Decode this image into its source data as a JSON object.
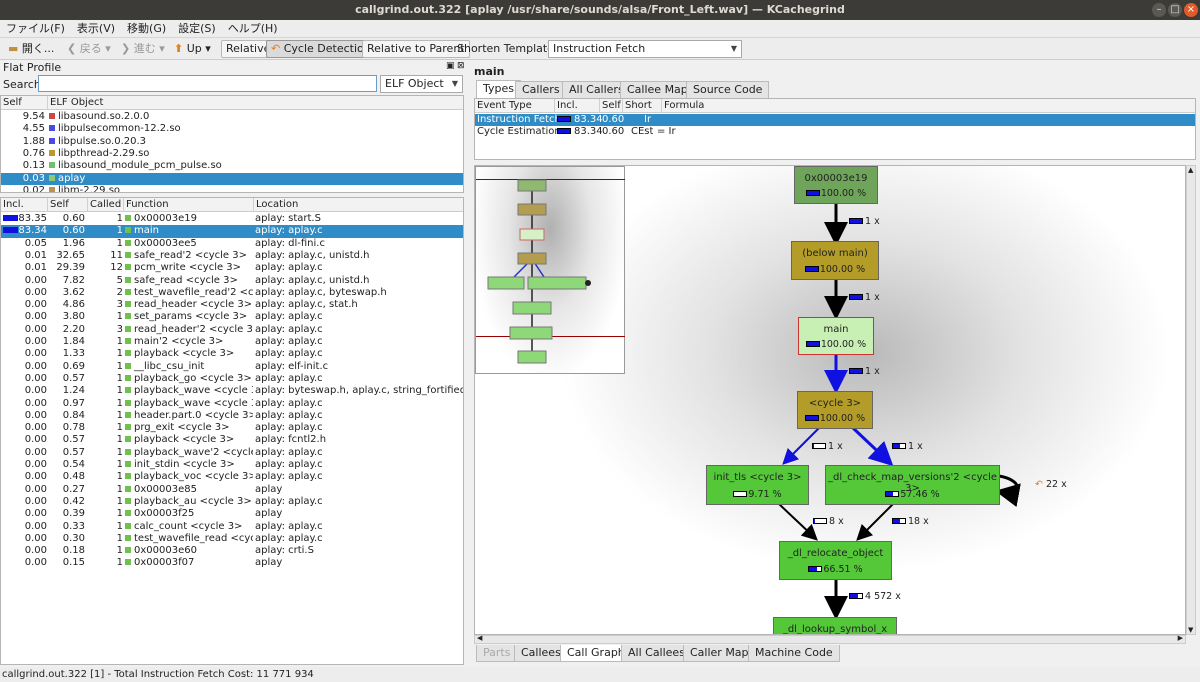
{
  "window": {
    "title": "callgrind.out.322 [aplay /usr/share/sounds/alsa/Front_Left.wav] — KCachegrind"
  },
  "menu": [
    "ファイル(F)",
    "表示(V)",
    "移動(G)",
    "設定(S)",
    "ヘルプ(H)"
  ],
  "toolbar": {
    "open": "開く...",
    "back": "戻る",
    "forward": "進む",
    "up": "Up",
    "relative": "Relative",
    "cycle_detection": "Cycle Detection",
    "relative_to_parent": "Relative to Parent",
    "shorten_templates": "Shorten Templates",
    "event_type": "Instruction Fetch"
  },
  "flat_profile": {
    "title": "Flat Profile",
    "search_label": "Search:",
    "search_value": "",
    "group_type": "ELF Object",
    "headers": [
      "Self",
      "ELF Object"
    ],
    "objects": [
      {
        "self": "9.54",
        "name": "libasound.so.2.0.0",
        "color": "#c84848"
      },
      {
        "self": "4.55",
        "name": "libpulsecommon-12.2.so",
        "color": "#4a4ae0"
      },
      {
        "self": "1.88",
        "name": "libpulse.so.0.20.3",
        "color": "#4a4ae0"
      },
      {
        "self": "0.76",
        "name": "libpthread-2.29.so",
        "color": "#b89a30"
      },
      {
        "self": "0.13",
        "name": "libasound_module_pcm_pulse.so",
        "color": "#70c070"
      },
      {
        "self": "0.03",
        "name": "aplay",
        "color": "#90c870"
      },
      {
        "self": "0.02",
        "name": "libm-2.29.so",
        "color": "#c09050"
      }
    ],
    "func_headers": [
      "Incl.",
      "Self",
      "Called",
      "Function",
      "Location"
    ],
    "functions": [
      {
        "incl": "83.35",
        "self": "0.60",
        "called": "1",
        "name": "0x00003e19",
        "loc": "aplay: start.S"
      },
      {
        "incl": "83.34",
        "self": "0.60",
        "called": "1",
        "name": "main",
        "loc": "aplay: aplay.c"
      },
      {
        "incl": "0.05",
        "self": "1.96",
        "called": "1",
        "name": "0x00003ee5",
        "loc": "aplay: dl-fini.c"
      },
      {
        "incl": "0.01",
        "self": "32.65",
        "called": "11",
        "name": "safe_read'2 <cycle 3>",
        "loc": "aplay: aplay.c, unistd.h"
      },
      {
        "incl": "0.01",
        "self": "29.39",
        "called": "12",
        "name": "pcm_write <cycle 3>",
        "loc": "aplay: aplay.c"
      },
      {
        "incl": "0.00",
        "self": "7.82",
        "called": "5",
        "name": "safe_read <cycle 3>",
        "loc": "aplay: aplay.c, unistd.h"
      },
      {
        "incl": "0.00",
        "self": "3.62",
        "called": "2",
        "name": "test_wavefile_read'2 <c...",
        "loc": "aplay: aplay.c, byteswap.h"
      },
      {
        "incl": "0.00",
        "self": "4.86",
        "called": "3",
        "name": "read_header <cycle 3>",
        "loc": "aplay: aplay.c, stat.h"
      },
      {
        "incl": "0.00",
        "self": "3.80",
        "called": "1",
        "name": "set_params <cycle 3>",
        "loc": "aplay: aplay.c"
      },
      {
        "incl": "0.00",
        "self": "2.20",
        "called": "3",
        "name": "read_header'2 <cycle 3>",
        "loc": "aplay: aplay.c"
      },
      {
        "incl": "0.00",
        "self": "1.84",
        "called": "1",
        "name": "main'2 <cycle 3>",
        "loc": "aplay: aplay.c"
      },
      {
        "incl": "0.00",
        "self": "1.33",
        "called": "1",
        "name": "playback <cycle 3>",
        "loc": "aplay: aplay.c"
      },
      {
        "incl": "0.00",
        "self": "0.69",
        "called": "1",
        "name": "__libc_csu_init",
        "loc": "aplay: elf-init.c"
      },
      {
        "incl": "0.00",
        "self": "0.57",
        "called": "1",
        "name": "playback_go <cycle 3>",
        "loc": "aplay: aplay.c"
      },
      {
        "incl": "0.00",
        "self": "1.24",
        "called": "1",
        "name": "playback_wave <cycle 3>",
        "loc": "aplay: byteswap.h, aplay.c, string_fortified.h"
      },
      {
        "incl": "0.00",
        "self": "0.97",
        "called": "1",
        "name": "playback_wave <cycle 3>",
        "loc": "aplay: aplay.c"
      },
      {
        "incl": "0.00",
        "self": "0.84",
        "called": "1",
        "name": "header.part.0 <cycle 3>",
        "loc": "aplay: aplay.c"
      },
      {
        "incl": "0.00",
        "self": "0.78",
        "called": "1",
        "name": "prg_exit <cycle 3>",
        "loc": "aplay: aplay.c"
      },
      {
        "incl": "0.00",
        "self": "0.57",
        "called": "1",
        "name": "playback <cycle 3>",
        "loc": "aplay: fcntl2.h"
      },
      {
        "incl": "0.00",
        "self": "0.57",
        "called": "1",
        "name": "playback_wave'2 <cycle...",
        "loc": "aplay: aplay.c"
      },
      {
        "incl": "0.00",
        "self": "0.54",
        "called": "1",
        "name": "init_stdin <cycle 3>",
        "loc": "aplay: aplay.c"
      },
      {
        "incl": "0.00",
        "self": "0.48",
        "called": "1",
        "name": "playback_voc <cycle 3>",
        "loc": "aplay: aplay.c"
      },
      {
        "incl": "0.00",
        "self": "0.27",
        "called": "1",
        "name": "0x00003e85",
        "loc": "aplay"
      },
      {
        "incl": "0.00",
        "self": "0.42",
        "called": "1",
        "name": "playback_au <cycle 3>",
        "loc": "aplay: aplay.c"
      },
      {
        "incl": "0.00",
        "self": "0.39",
        "called": "1",
        "name": "0x00003f25",
        "loc": "aplay"
      },
      {
        "incl": "0.00",
        "self": "0.33",
        "called": "1",
        "name": "calc_count <cycle 3>",
        "loc": "aplay: aplay.c"
      },
      {
        "incl": "0.00",
        "self": "0.30",
        "called": "1",
        "name": "test_wavefile_read <cyc...",
        "loc": "aplay: aplay.c"
      },
      {
        "incl": "0.00",
        "self": "0.18",
        "called": "1",
        "name": "0x00003e60",
        "loc": "aplay: crti.S"
      },
      {
        "incl": "0.00",
        "self": "0.15",
        "called": "1",
        "name": "0x00003f07",
        "loc": "aplay"
      }
    ]
  },
  "main": {
    "title": "main",
    "tabs": [
      "Types",
      "Callers",
      "All Callers",
      "Callee Map",
      "Source Code"
    ],
    "event_headers": [
      "Event Type",
      "Incl.",
      "Self",
      "Short",
      "Formula"
    ],
    "events": [
      {
        "type": "Instruction Fetch",
        "incl": "83.34",
        "self": "0.60",
        "short": "Ir",
        "formula": ""
      },
      {
        "type": "Cycle Estimation",
        "incl": "83.34",
        "self": "0.60",
        "short": "CEst",
        "formula": "= Ir"
      }
    ],
    "graph": {
      "nodes": [
        {
          "label": "0x00003e19",
          "pct": "100.00 %",
          "color": "#6fa55a"
        },
        {
          "label": "(below main)",
          "pct": "100.00 %",
          "color": "#b39d28"
        },
        {
          "label": "main",
          "pct": "100.00 %",
          "color": "#c8f0b4"
        },
        {
          "label": "<cycle 3>",
          "pct": "100.00 %",
          "color": "#b39d28"
        },
        {
          "label": "init_tls <cycle 3>",
          "pct": "9.71 %",
          "color": "#55c83a"
        },
        {
          "label": "_dl_check_map_versions'2 <cycle 3>",
          "pct": "57.46 %",
          "color": "#55c83a"
        },
        {
          "label": "_dl_relocate_object",
          "pct": "66.51 %",
          "color": "#55c83a"
        },
        {
          "label": "_dl_lookup_symbol_x",
          "pct": "",
          "color": "#55c83a"
        }
      ],
      "edges": [
        "1 x",
        "1 x",
        "1 x",
        "1 x",
        "1 x",
        "8 x",
        "18 x",
        "4 572 x",
        "22 x"
      ]
    },
    "bottom_tabs": [
      "Parts",
      "Callees",
      "Call Graph",
      "All Callees",
      "Caller Map",
      "Machine Code"
    ]
  },
  "status": "callgrind.out.322 [1] - Total Instruction Fetch Cost: 11 771 934"
}
